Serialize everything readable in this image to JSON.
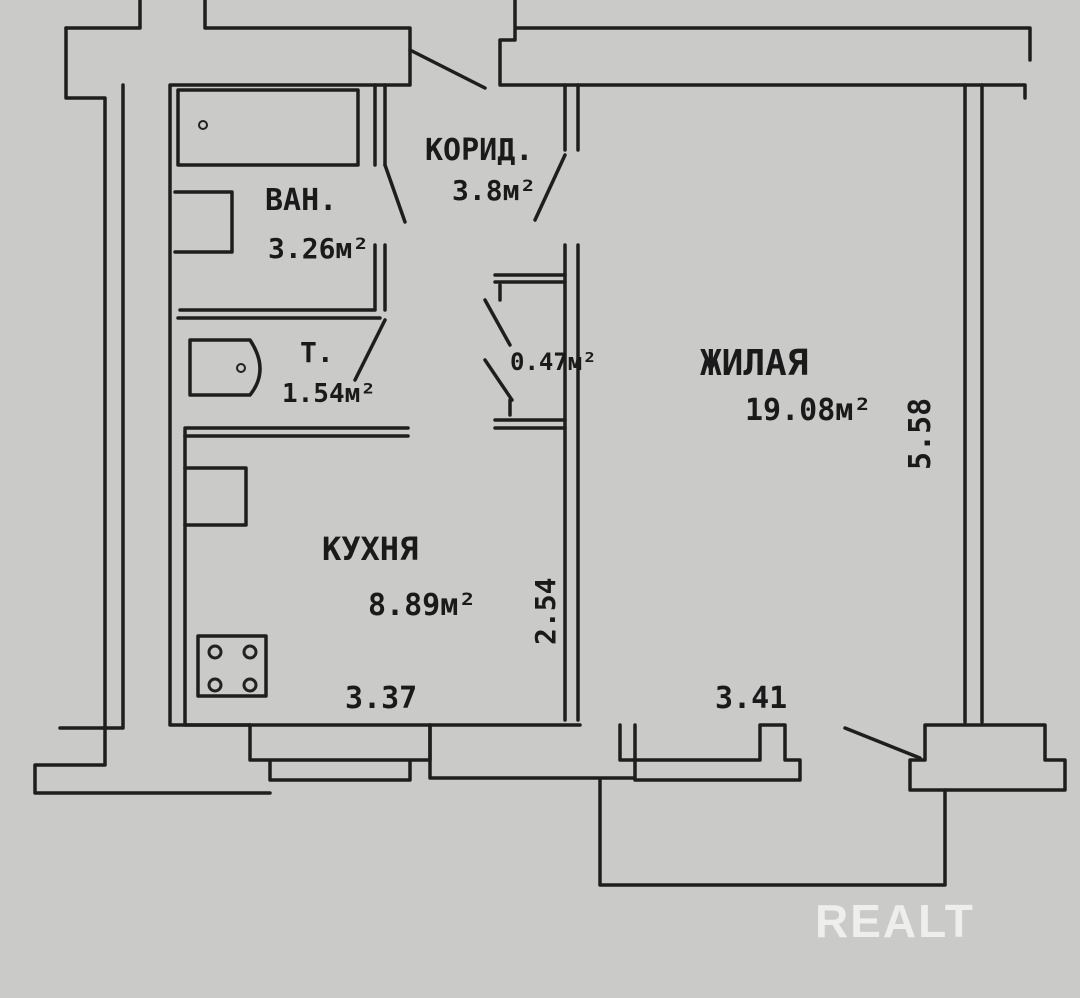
{
  "rooms": {
    "corridor": {
      "label": "КОРИД.",
      "area": "3.8м²"
    },
    "bathroom": {
      "label": "ВАН.",
      "area": "3.26м²"
    },
    "toilet": {
      "label": "Т.",
      "area": "1.54м²"
    },
    "closet": {
      "area": "0.47м²"
    },
    "living": {
      "label": "ЖИЛАЯ",
      "area": "19.08м²"
    },
    "kitchen": {
      "label": "КУХНЯ",
      "area": "8.89м²"
    }
  },
  "dimensions": {
    "kitchen_width": "3.37",
    "living_width": "3.41",
    "living_length": "5.58",
    "kitchen_length": "2.54"
  },
  "watermark": "REALT"
}
